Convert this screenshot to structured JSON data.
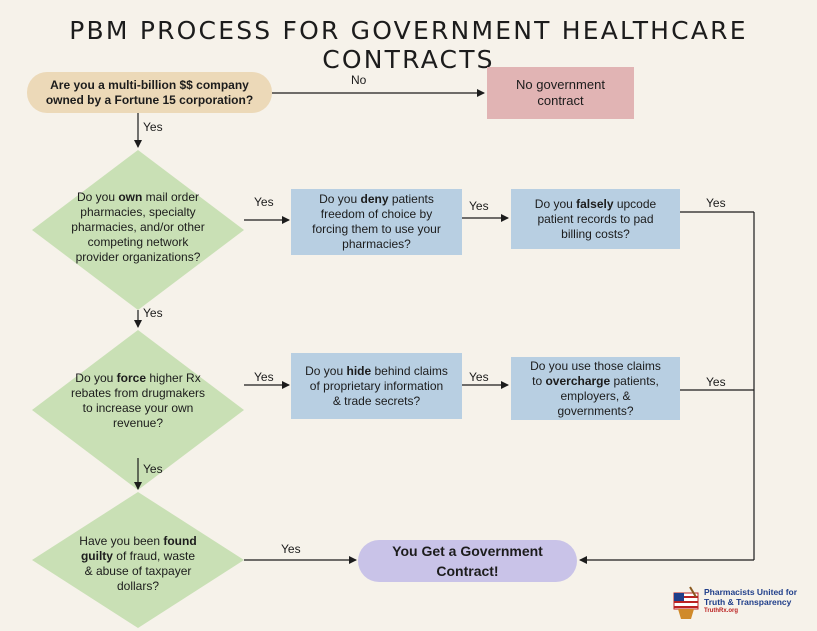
{
  "title": "PBM PROCESS FOR GOVERNMENT HEALTHCARE CONTRACTS",
  "start": {
    "line1": "Are you a multi-billion $$ company",
    "line2": "owned by a Fortune 15 corporation?"
  },
  "no_contract": {
    "line1": "No government",
    "line2": "contract"
  },
  "q_own": {
    "pre": "Do you ",
    "bold": "own",
    "post": " mail order pharmacies, specialty pharmacies, and/or other competing network provider organizations?"
  },
  "q_deny": {
    "pre": "Do you ",
    "bold": "deny",
    "post": " patients freedom of choice by forcing them to use your pharmacies?"
  },
  "q_upcode": {
    "pre": "Do you ",
    "bold": "falsely",
    "post": " upcode patient records to pad billing costs?"
  },
  "q_force": {
    "pre": "Do you ",
    "bold": "force",
    "post": " higher Rx rebates from drugmakers to increase your own revenue?"
  },
  "q_hide": {
    "pre": "Do you ",
    "bold": "hide",
    "post": " behind claims of proprietary information & trade secrets?"
  },
  "q_overcharge": {
    "pre": "Do you use those claims to ",
    "bold": "overcharge",
    "post": " patients, employers, & governments?"
  },
  "q_guilty": {
    "pre": "Have you been ",
    "bold": "found guilty",
    "post": " of fraud, waste & abuse of taxpayer dollars?"
  },
  "end": {
    "line1": "You Get a Government",
    "line2": "Contract!"
  },
  "labels": {
    "no": "No",
    "yes": "Yes"
  },
  "logo": {
    "line1": "Pharmacists United for",
    "line2": "Truth & Transparency",
    "line3": "TruthRx.org"
  },
  "colors": {
    "start": "#ecd9b8",
    "red": "#e1b4b4",
    "green": "#c9e0b5",
    "blue": "#b8cfe2",
    "purple": "#c9c3e8"
  }
}
